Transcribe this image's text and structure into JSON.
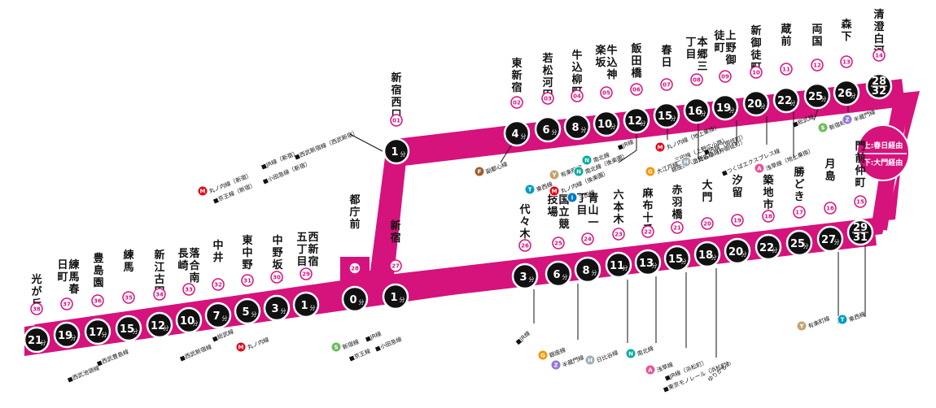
{
  "line_color": "#d6127c",
  "legend": {
    "upper": "上:春日経由",
    "lower": "下:大門経由"
  },
  "time_unit": "分",
  "lower_stations": [
    {
      "name": "光が丘",
      "code": "38",
      "time": "21"
    },
    {
      "name": "練馬春日町",
      "code": "37",
      "time": "19"
    },
    {
      "name": "豊島園",
      "code": "36",
      "time": "17"
    },
    {
      "name": "練馬",
      "code": "35",
      "time": "15"
    },
    {
      "name": "新江古田",
      "code": "34",
      "time": "12"
    },
    {
      "name": "落合南長崎",
      "code": "33",
      "time": "10"
    },
    {
      "name": "中井",
      "code": "32",
      "time": "7"
    },
    {
      "name": "東中野",
      "code": "31",
      "time": "5"
    },
    {
      "name": "中野坂上",
      "code": "30",
      "time": "3"
    },
    {
      "name": "西新宿五丁目",
      "code": "29",
      "time": "1"
    },
    {
      "name": "都庁前",
      "code": "28",
      "time": "0"
    },
    {
      "name": "新宿",
      "code": "27",
      "time": "1"
    },
    {
      "name": "代々木",
      "code": "26",
      "time": "3"
    },
    {
      "name": "国立競技場",
      "code": "25",
      "time": "6"
    },
    {
      "name": "青山一丁目",
      "code": "24",
      "time": "8"
    },
    {
      "name": "六本木",
      "code": "23",
      "time": "11"
    },
    {
      "name": "麻布十番",
      "code": "22",
      "time": "13"
    },
    {
      "name": "赤羽橋",
      "code": "21",
      "time": "15"
    },
    {
      "name": "大門",
      "code": "20",
      "time": "18"
    },
    {
      "name": "汐留",
      "code": "19",
      "time": "20"
    },
    {
      "name": "築地市場",
      "code": "18",
      "time": "22"
    },
    {
      "name": "勝どき",
      "code": "17",
      "time": "25"
    },
    {
      "name": "月島",
      "code": "16",
      "time": "27"
    },
    {
      "name": "門前仲町",
      "code": "15",
      "time_top": "29",
      "time_bottom": "31"
    }
  ],
  "upper_stations": [
    {
      "name": "新宿西口",
      "code": "01",
      "time": "1"
    },
    {
      "name": "東新宿",
      "code": "02",
      "time": "4"
    },
    {
      "name": "若松河田",
      "code": "03",
      "time": "6"
    },
    {
      "name": "牛込柳町",
      "code": "04",
      "time": "8"
    },
    {
      "name": "牛込神楽坂",
      "code": "05",
      "time": "10"
    },
    {
      "name": "飯田橋",
      "code": "06",
      "time": "12"
    },
    {
      "name": "春日",
      "code": "07",
      "time": "15"
    },
    {
      "name": "本郷三丁目",
      "code": "08",
      "time": "16"
    },
    {
      "name": "上野御徒町",
      "code": "09",
      "time": "19"
    },
    {
      "name": "新御徒町",
      "code": "10",
      "time": "20"
    },
    {
      "name": "蔵前",
      "code": "11",
      "time": "22"
    },
    {
      "name": "両国",
      "code": "12",
      "time": "25"
    },
    {
      "name": "森下",
      "code": "13",
      "time": "26"
    },
    {
      "name": "清澄白河",
      "code": "14",
      "time_top": "28",
      "time_bottom": "32"
    }
  ],
  "transfers": {
    "shinjuku_nishiguchi": [
      "■JR線（新宿）",
      "■小田急線（新宿）",
      "■西武新宿線（西武新宿）",
      "丸ノ内線（新宿）",
      "■京王線（新宿）"
    ],
    "higashi_shinjuku": [
      "副都心線"
    ],
    "iidabashi": [
      "東西線",
      "有楽町線",
      "南北線",
      "■JR線",
      "丸ノ内線（後楽園）",
      "南北線（後楽園）",
      "三田線"
    ],
    "kasuga": [
      "丸ノ内線（地上乗換）",
      "大江戸線"
    ],
    "hongo": [
      "三田線（上野広小路）",
      "銀座線（上野広小路）",
      "日比谷線（仲御徒町）",
      "■JR線（御徒町）"
    ],
    "shin_okachimachi": [
      "■つくばエクスプレス線"
    ],
    "kuramae": [
      "浅草線（地上乗換）"
    ],
    "ryogoku": [
      "■総武線"
    ],
    "morishita": [
      "新宿線"
    ],
    "kiyosumi": [
      "半蔵門線"
    ],
    "tochomae_area": [
      "新宿線",
      "■JR線",
      "■京王線",
      "■小田急線"
    ],
    "higashinakano": [
      "■総武線",
      "丸ノ内線"
    ],
    "nakai": [
      "■西武新宿線"
    ],
    "nerima": [
      "■西武池袋線",
      "■西武豊島線"
    ],
    "yoyogi": [
      "■JR線"
    ],
    "aoyama": [
      "銀座線",
      "半蔵門線"
    ],
    "roppongi": [
      "日比谷線"
    ],
    "azabu": [
      "南北線"
    ],
    "daimon": [
      "浅草線",
      "■JR線（浜松町）",
      "■東京モノレール（浜松町）"
    ],
    "shiodome": [
      "ゆりかもめ"
    ],
    "tsukishima": [
      "有楽町線"
    ],
    "monzen": [
      "東西線"
    ]
  },
  "badge_letters": {
    "fukutoshin": "F",
    "tozai": "T",
    "yurakucho": "Y",
    "namboku": "N",
    "marunouchi": "M",
    "mita": "I",
    "ginza": "G",
    "hibiya": "H",
    "asakusa": "A",
    "shinjuku": "S",
    "hanzomon": "Z"
  }
}
